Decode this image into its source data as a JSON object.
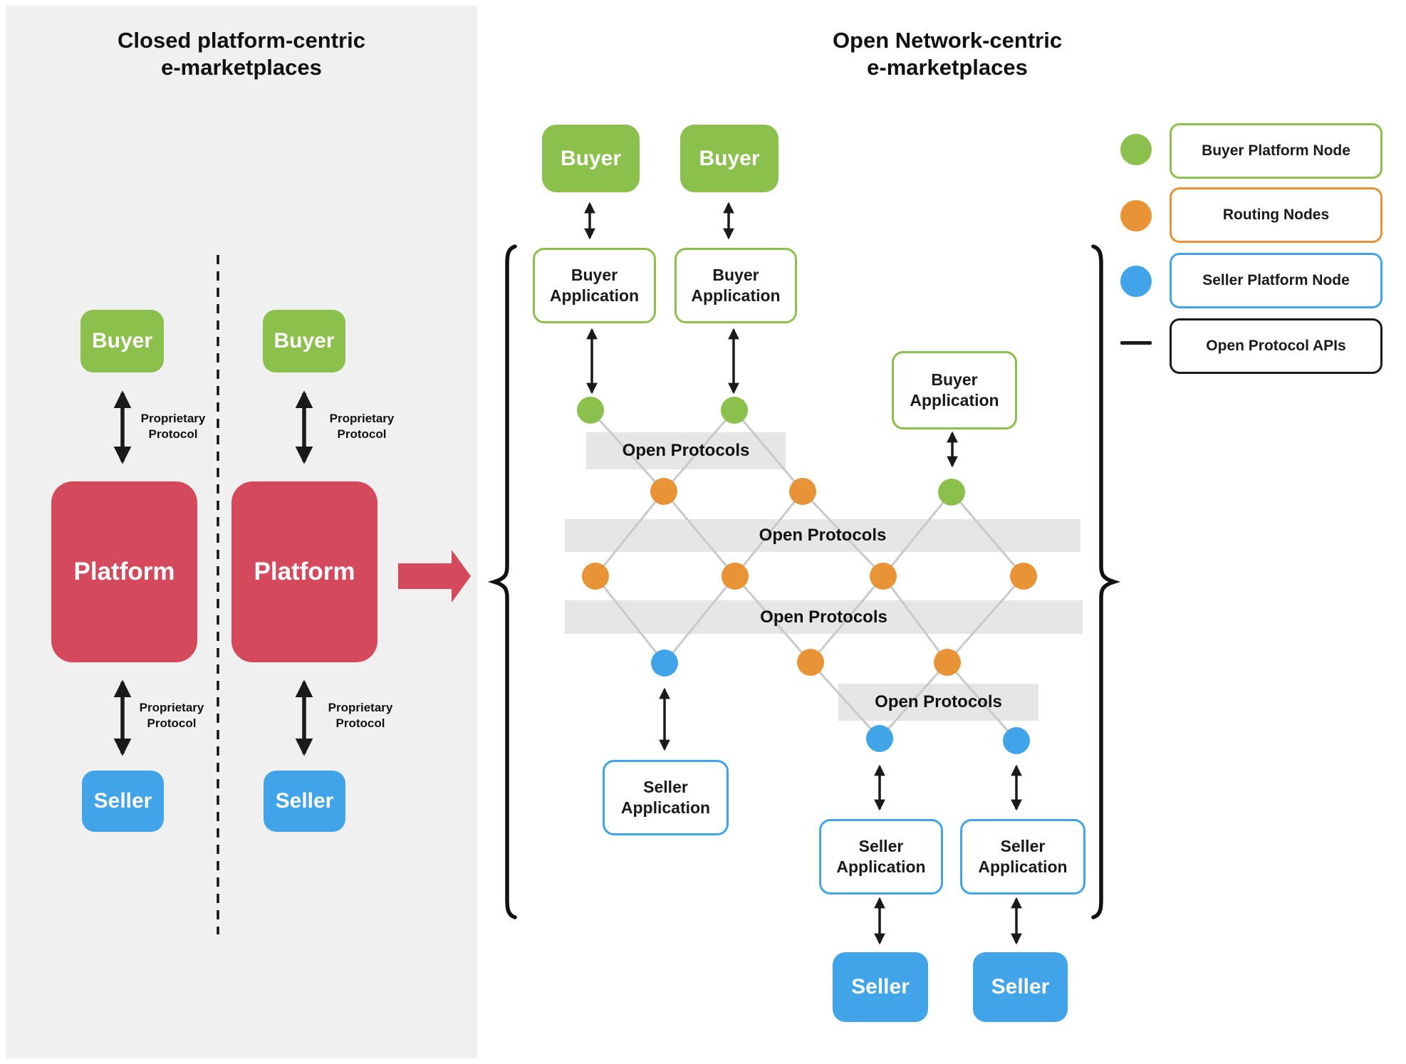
{
  "left_panel": {
    "title": "Closed platform-centric\ne-marketplaces",
    "proprietary_label": "Proprietary\nProtocol",
    "columns": [
      {
        "buyer": "Buyer",
        "platform": "Platform",
        "seller": "Seller"
      },
      {
        "buyer": "Buyer",
        "platform": "Platform",
        "seller": "Seller"
      }
    ]
  },
  "right_panel": {
    "title": "Open Network-centric\ne-marketplaces",
    "buyer_boxes": [
      "Buyer",
      "Buyer"
    ],
    "buyer_apps": [
      "Buyer\nApplication",
      "Buyer\nApplication",
      "Buyer\nApplication"
    ],
    "bands": [
      "Open Protocols",
      "Open Protocols",
      "Open Protocols",
      "Open Protocols"
    ],
    "seller_apps": [
      "Seller\nApplication",
      "Seller\nApplication",
      "Seller\nApplication"
    ],
    "seller_boxes": [
      "Seller",
      "Seller"
    ]
  },
  "legend": {
    "items": [
      {
        "label": "Buyer Platform Node",
        "marker": "green-circle",
        "color": "#8bc04c"
      },
      {
        "label": "Routing Nodes",
        "marker": "orange-circle",
        "color": "#e79336"
      },
      {
        "label": "Seller Platform Node",
        "marker": "blue-circle",
        "color": "#41a3e8"
      },
      {
        "label": "Open Protocol APIs",
        "marker": "black-line",
        "color": "#1a1a1a"
      }
    ]
  },
  "colors": {
    "buyer_green": "#8bc04c",
    "seller_blue": "#41a3e8",
    "platform_red": "#d5495c",
    "routing_orange": "#e79336",
    "panel_gray": "#f0f0f0",
    "band_gray": "#e6e6e6",
    "edge_gray": "#c9c9c9"
  }
}
